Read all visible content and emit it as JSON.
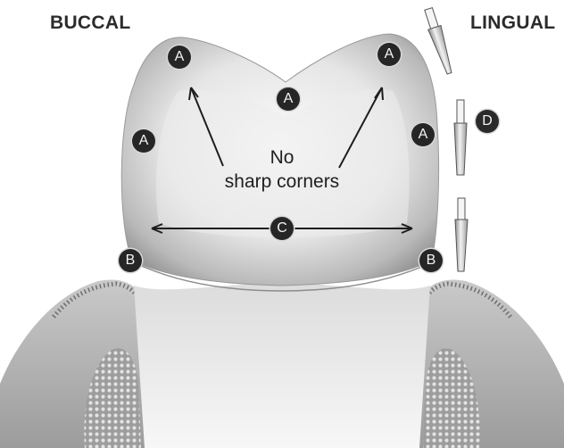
{
  "labels": {
    "left_side": "BUCCAL",
    "right_side": "LINGUAL",
    "note_line1": "No",
    "note_line2": "sharp corners"
  },
  "markers": {
    "a": "A",
    "b": "B",
    "c": "C",
    "d": "D"
  },
  "colors": {
    "badge_fill": "#262626",
    "badge_text": "#f4f4f4",
    "text": "#202020",
    "tooth_light": "#f4f4f4",
    "tooth_shadow": "#8a8a8a",
    "gum": "#a8a8a8"
  }
}
